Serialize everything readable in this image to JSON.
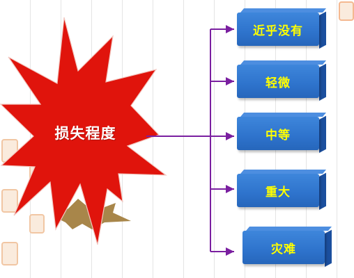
{
  "diagram": {
    "center_label": "损失程度",
    "levels": [
      {
        "label": "近乎没有"
      },
      {
        "label": "轻微"
      },
      {
        "label": "中等"
      },
      {
        "label": "重大"
      },
      {
        "label": "灾难"
      }
    ]
  },
  "colors": {
    "burst_fill": "#e0140c",
    "burst_base": "#a8864a",
    "connector": "#7a1fa0",
    "box_face": "#2e73cc",
    "box_text": "#ffff00",
    "center_text": "#ffffff"
  }
}
